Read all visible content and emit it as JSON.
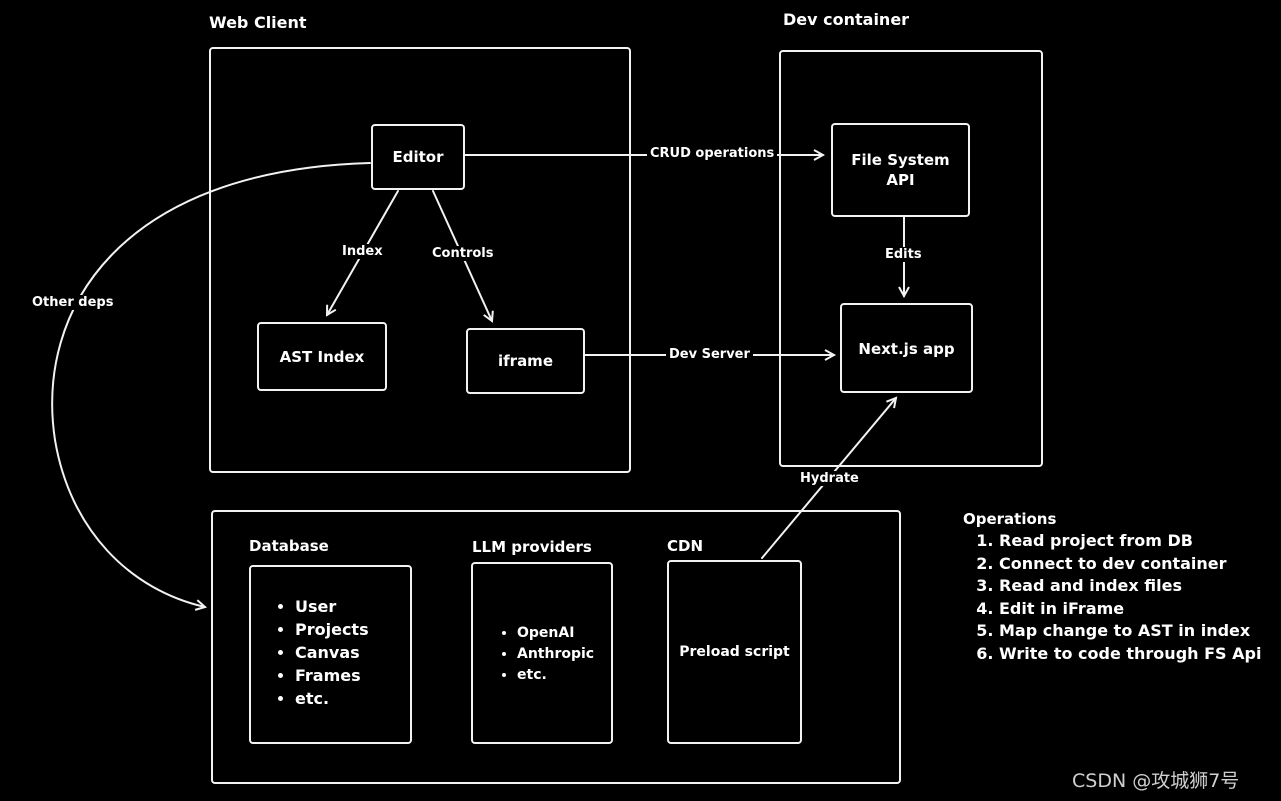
{
  "groups": {
    "web_client": "Web Client",
    "dev_container": "Dev container"
  },
  "nodes": {
    "editor": "Editor",
    "ast_index": "AST Index",
    "iframe": "iframe",
    "fs_api_line1": "File System",
    "fs_api_line2": "API",
    "nextjs": "Next.js app",
    "preload": "Preload script"
  },
  "edges": {
    "crud": "CRUD operations",
    "index": "Index",
    "controls": "Controls",
    "edits": "Edits",
    "dev_server": "Dev Server",
    "other_deps": "Other deps",
    "hydrate": "Hydrate"
  },
  "services": {
    "database": {
      "title": "Database",
      "items": [
        "User",
        "Projects",
        "Canvas",
        "Frames",
        "etc."
      ]
    },
    "llm": {
      "title": "LLM providers",
      "items": [
        "OpenAI",
        "Anthropic",
        "etc."
      ]
    },
    "cdn": {
      "title": "CDN"
    }
  },
  "operations": {
    "title": "Operations",
    "items": [
      "Read project from DB",
      "Connect to dev container",
      "Read and index files",
      "Edit in iFrame",
      "Map change to AST in index",
      "Write to code through FS Api"
    ]
  },
  "watermark": "CSDN @攻城狮7号",
  "colors": {
    "background": "#000000",
    "stroke": "#f2f2f2"
  }
}
